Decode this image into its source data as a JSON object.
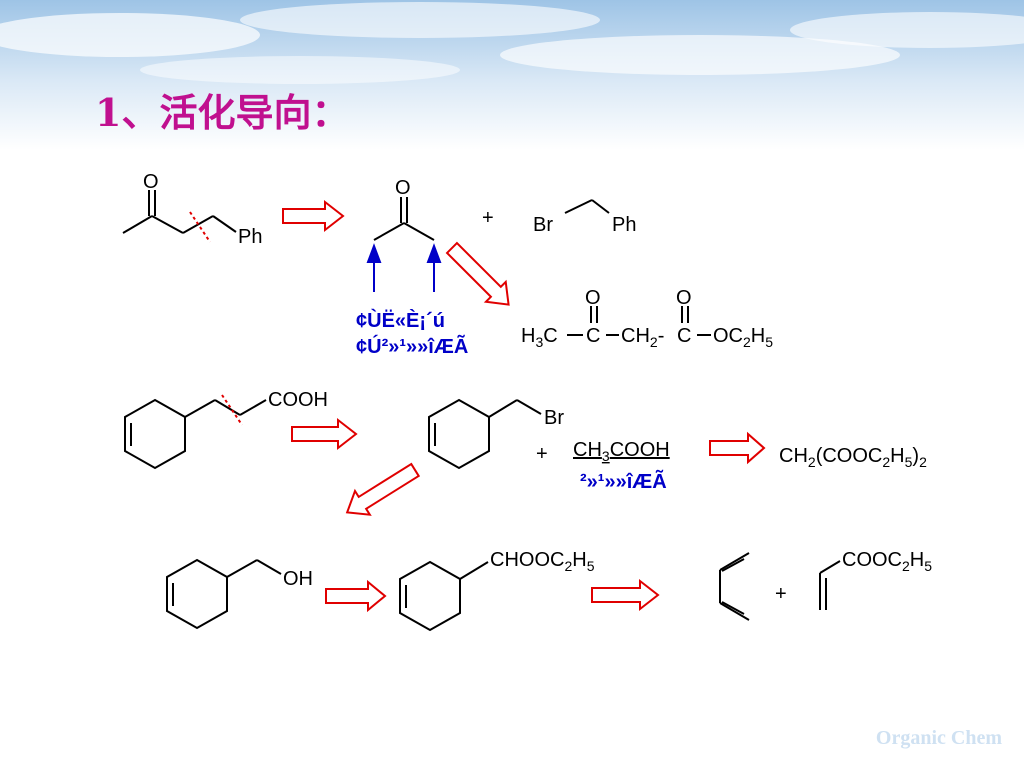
{
  "slide": {
    "title": "1、活化导向：",
    "watermark": "Organic Chem"
  },
  "labels": {
    "o1": "O",
    "ph1": "Ph",
    "o2": "O",
    "plus1": "+",
    "br1": "Br",
    "ph2": "Ph",
    "garbled1": "¢ÙË«È¡´ú",
    "garbled2": "¢Ú²»¹»»îÆÃ",
    "ester_o1": "O",
    "ester_o2": "O",
    "cooh1": "COOH",
    "br2": "Br",
    "plus2": "+",
    "garbled3": "²»¹»»îÆÃ",
    "oh": "OH",
    "choooc": "CHOOC",
    "coooc": "COOC",
    "plus3": "+"
  },
  "colors": {
    "title": "#c0108f",
    "structure": "#0000c8",
    "arrow_outline": "#e00000",
    "arrow_fill": "#ffffff",
    "watermark": "#cfe1f2"
  }
}
